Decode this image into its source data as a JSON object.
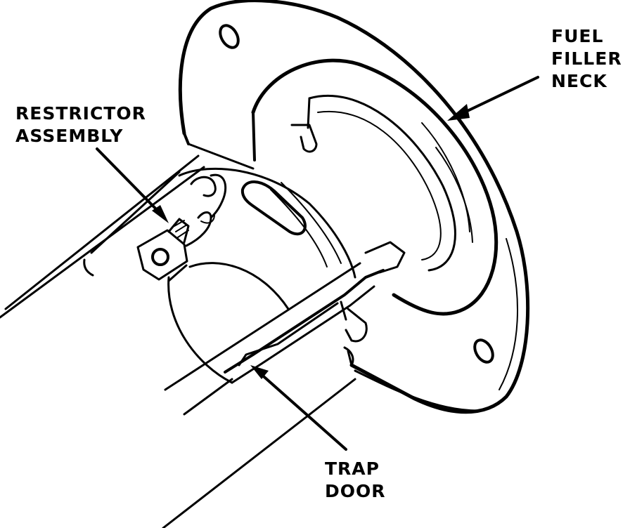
{
  "labels": {
    "fuel_filler_neck": [
      "FUEL",
      "FILLER",
      "NECK"
    ],
    "restrictor_assembly": [
      "RESTRICTOR",
      "ASSEMBLY"
    ],
    "trap_door": [
      "TRAP",
      "DOOR"
    ]
  },
  "colors": {
    "ink": "#000000",
    "paper": "#ffffff"
  }
}
